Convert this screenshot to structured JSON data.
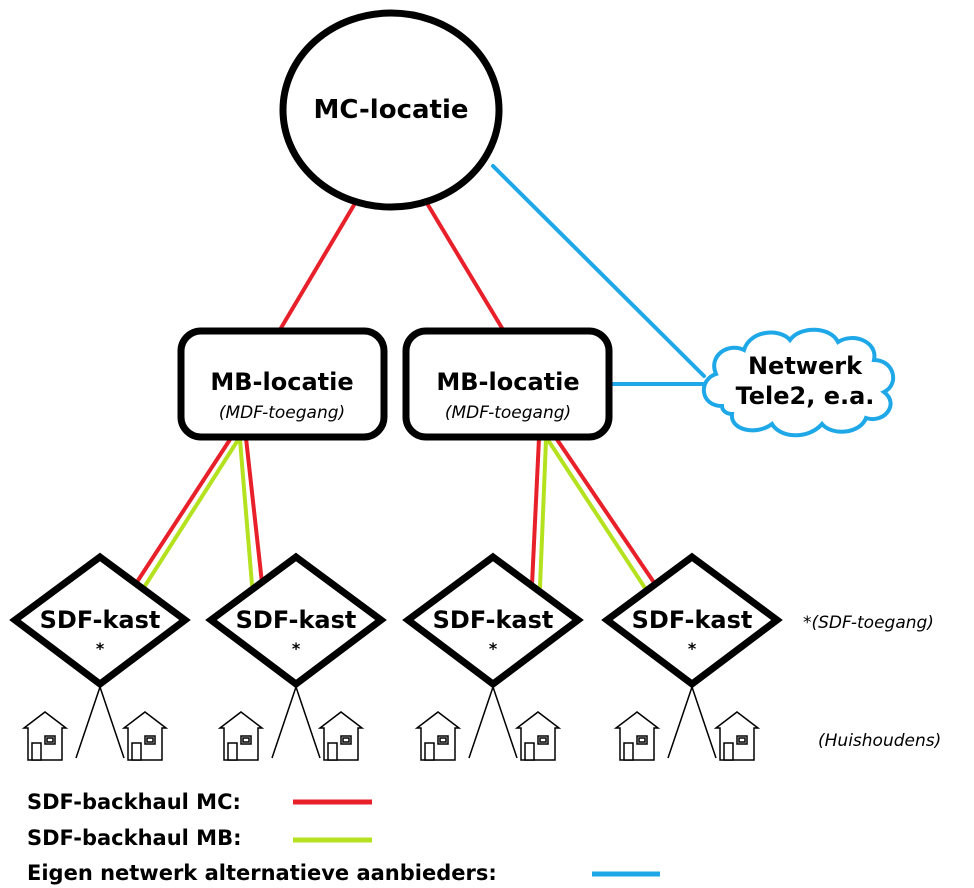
{
  "colors": {
    "mc_backhaul": "#e8202a",
    "mb_backhaul": "#b4e21e",
    "own_network": "#1ea8e8",
    "outline": "#000000"
  },
  "nodes": {
    "mc": {
      "label": "MC-locatie"
    },
    "mb_left": {
      "label": "MB-locatie",
      "sub": "(MDF-toegang)"
    },
    "mb_right": {
      "label": "MB-locatie",
      "sub": "(MDF-toegang)"
    },
    "cloud": {
      "line1": "Netwerk",
      "line2": "Tele2, e.a."
    },
    "sdf": [
      {
        "label": "SDF-kast",
        "marker": "*"
      },
      {
        "label": "SDF-kast",
        "marker": "*"
      },
      {
        "label": "SDF-kast",
        "marker": "*"
      },
      {
        "label": "SDF-kast",
        "marker": "*"
      }
    ]
  },
  "notes": {
    "sdf_access": "*(SDF-toegang)",
    "households": "(Huishoudens)"
  },
  "legend": {
    "mc": "SDF-backhaul MC:",
    "mb": "SDF-backhaul MB:",
    "own": "Eigen netwerk alternatieve aanbieders:"
  },
  "icons": {
    "house": "house-icon",
    "cloud": "cloud-icon"
  }
}
